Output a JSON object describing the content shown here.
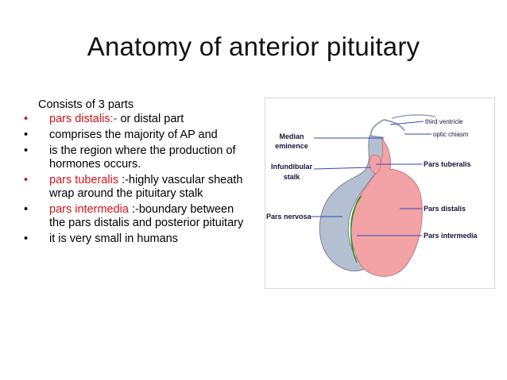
{
  "slide": {
    "title": "Anatomy of anterior pituitary",
    "intro": "Consists of 3 parts",
    "bullets": [
      {
        "highlight": "pars distalis:-",
        "text": " or distal part"
      },
      {
        "highlight": "",
        "text": "comprises the majority of AP and"
      },
      {
        "highlight": "",
        "text": " is the region where the production of hormones occurs."
      },
      {
        "highlight": "pars tuberalis",
        "text": " :-highly vascular sheath wrap around  the pituitary stalk"
      },
      {
        "highlight": " pars intermedia",
        "text": " :-boundary between the pars distalis and posterior pituitary"
      },
      {
        "highlight": "",
        "text": "it  is very small in  humans"
      }
    ],
    "bullet_symbol": "•"
  },
  "diagram": {
    "labels": {
      "median": "Median",
      "eminence": "eminence",
      "infundibular": "Infundibular",
      "stalk": "stalk",
      "pars_nervosa": "Pars nervosa",
      "third_ventricle": "third ventricle",
      "optic_chiasm": "optic chiasm",
      "pars_tuberalis": "Pars tuberalis",
      "pars_distalis": "Pars distalis",
      "pars_intermedia": "Pars intermedia"
    },
    "colors": {
      "anterior": "#f3a3a5",
      "posterior": "#b5bfd2",
      "intermedia": "#22dd22",
      "leader": "#3344bb"
    }
  }
}
